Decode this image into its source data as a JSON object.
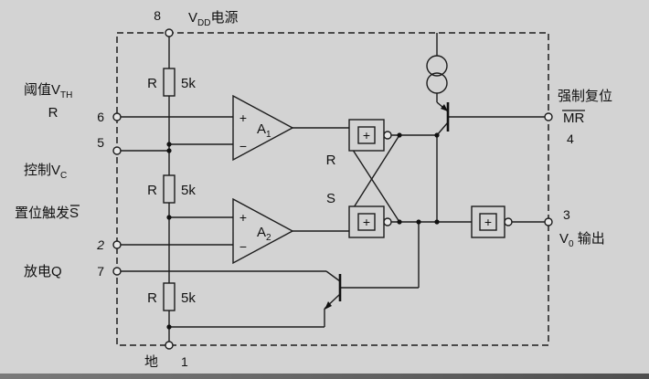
{
  "pins": {
    "p8": {
      "num": "8",
      "v": "V",
      "sub": "DD",
      "rest": "电源"
    },
    "p6": {
      "label": "阈值V",
      "sub": "TH",
      "r": "R",
      "num": "6"
    },
    "p5": {
      "num": "5",
      "label": "控制V",
      "sub": "C"
    },
    "p2": {
      "label": "置位触发",
      "s": "S",
      "num": "2"
    },
    "p7": {
      "label": "放电Q",
      "num": "7"
    },
    "p1": {
      "label": "地",
      "num": "1"
    },
    "p4": {
      "label": "强制复位",
      "mr": "MR",
      "num": "4"
    },
    "p3": {
      "num": "3",
      "v": "V",
      "sub": "0",
      "rest": " 输出"
    }
  },
  "components": {
    "r1": {
      "r": "R",
      "val": "5k"
    },
    "r2": {
      "r": "R",
      "val": "5k"
    },
    "r3": {
      "r": "R",
      "val": "5k"
    },
    "a1": {
      "a": "A",
      "sub": "1",
      "plus": "+",
      "minus": "−"
    },
    "a2": {
      "a": "A",
      "sub": "2",
      "plus": "+",
      "minus": "−"
    },
    "flipflop": {
      "r": "R",
      "s": "S",
      "plus": "+"
    },
    "output_gate": {
      "plus": "+"
    }
  }
}
